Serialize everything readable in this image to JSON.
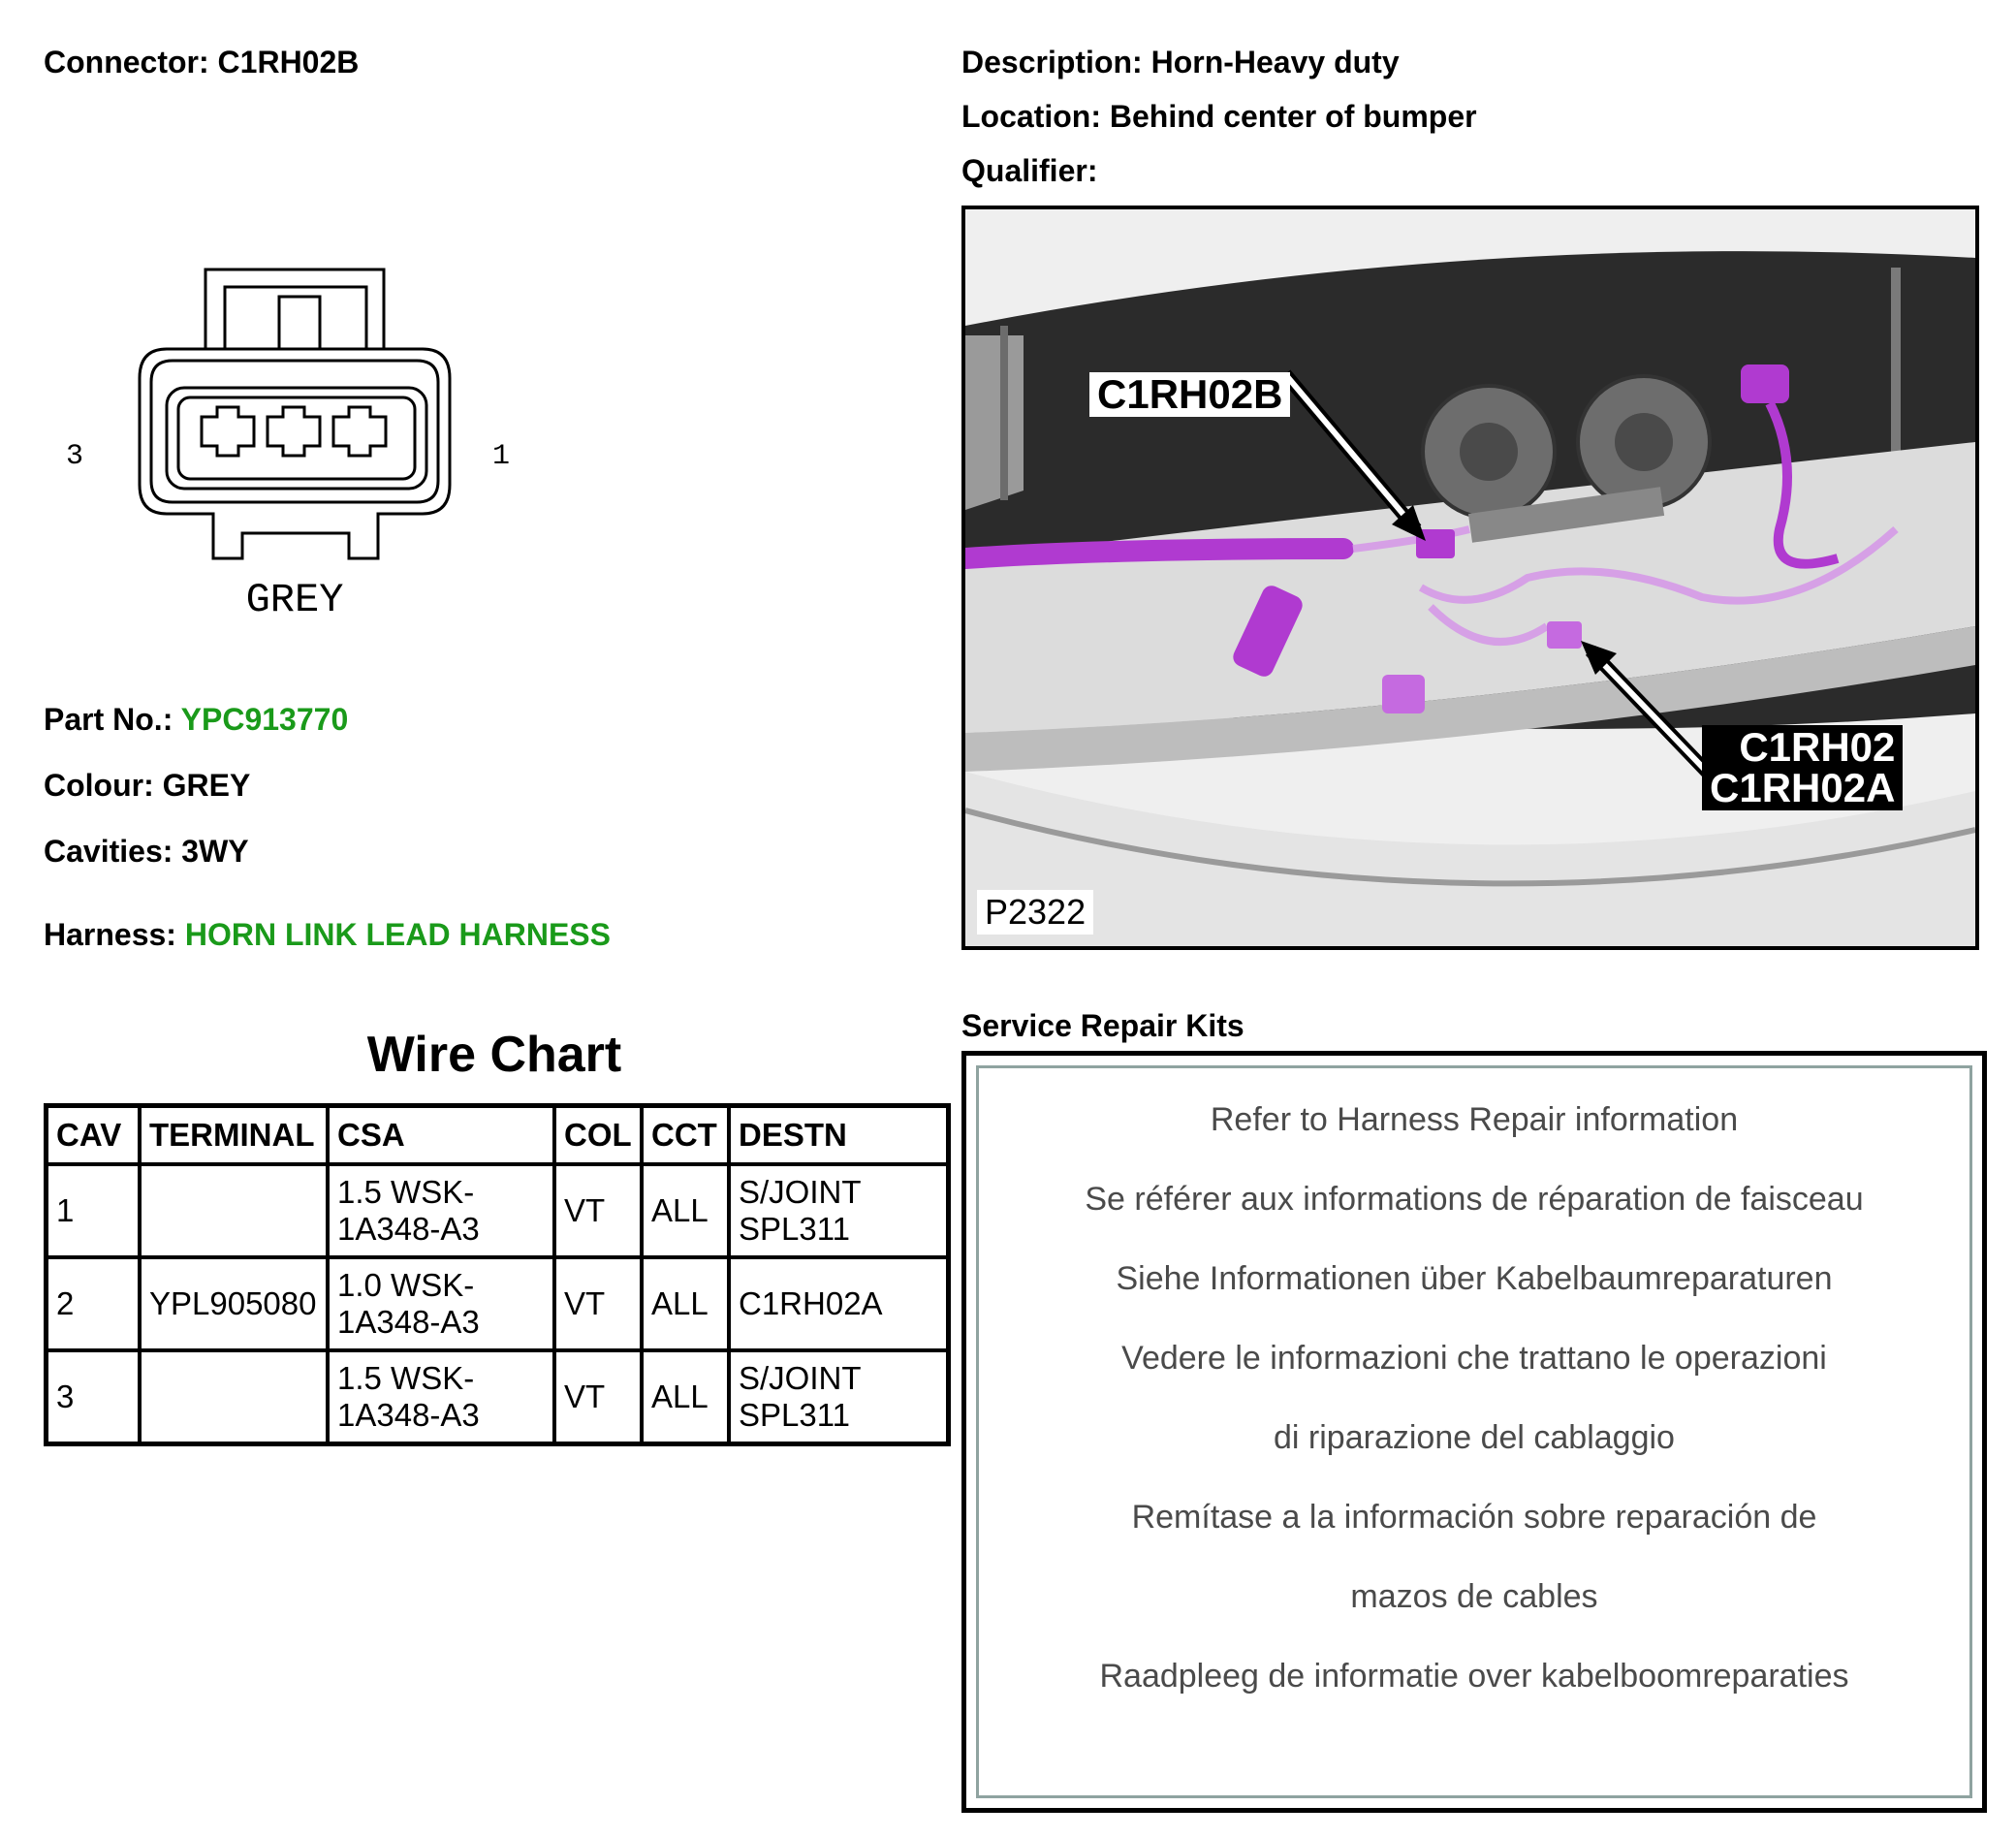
{
  "header": {
    "connector_label": "Connector:",
    "connector_value": "C1RH02B",
    "description_label": "Description:",
    "description_value": "Horn-Heavy duty",
    "location_label": "Location:",
    "location_value": "Behind center of bumper",
    "qualifier_label": "Qualifier:",
    "qualifier_value": ""
  },
  "connector_drawing": {
    "pin_left": "3",
    "pin_right": "1",
    "colour_text": "GREY"
  },
  "details": {
    "part_label": "Part No.:",
    "part_value": "YPC913770",
    "colour_label": "Colour:",
    "colour_value": "GREY",
    "cavities_label": "Cavities:",
    "cavities_value": "3WY",
    "harness_label": "Harness:",
    "harness_value": "HORN LINK LEAD HARNESS",
    "link_color": "#1a9a1a"
  },
  "wire_chart": {
    "title": "Wire Chart",
    "columns": [
      "CAV",
      "TERMINAL",
      "CSA",
      "COL",
      "CCT",
      "DESTN"
    ],
    "rows": [
      {
        "cav": "1",
        "terminal": "",
        "csa_1": "1.5 WSK-",
        "csa_2": "1A348-A3",
        "col": "VT",
        "cct": "ALL",
        "destn_1": "S/JOINT",
        "destn_2": "SPL311"
      },
      {
        "cav": "2",
        "terminal": "YPL905080",
        "csa_1": "1.0 WSK-",
        "csa_2": "1A348-A3",
        "col": "VT",
        "cct": "ALL",
        "destn_1": "C1RH02A",
        "destn_2": ""
      },
      {
        "cav": "3",
        "terminal": "",
        "csa_1": "1.5 WSK-",
        "csa_2": "1A348-A3",
        "col": "VT",
        "cct": "ALL",
        "destn_1": "S/JOINT",
        "destn_2": "SPL311"
      }
    ]
  },
  "photo": {
    "callout_top": "C1RH02B",
    "callout_bottom_1": "C1RH02",
    "callout_bottom_2": "C1RH02A",
    "image_id": "P2322",
    "harness_color": "#b03ad0"
  },
  "service_repair_kits": {
    "title": "Service Repair Kits",
    "lines": [
      "Refer to Harness Repair information",
      "Se référer aux informations de réparation de faisceau",
      "Siehe Informationen über Kabelbaumreparaturen",
      "Vedere le informazioni che trattano le operazioni",
      "di riparazione del cablaggio",
      "Remítase a la información sobre reparación de",
      "mazos de cables",
      "Raadpleeg de informatie over kabelboomreparaties"
    ]
  }
}
